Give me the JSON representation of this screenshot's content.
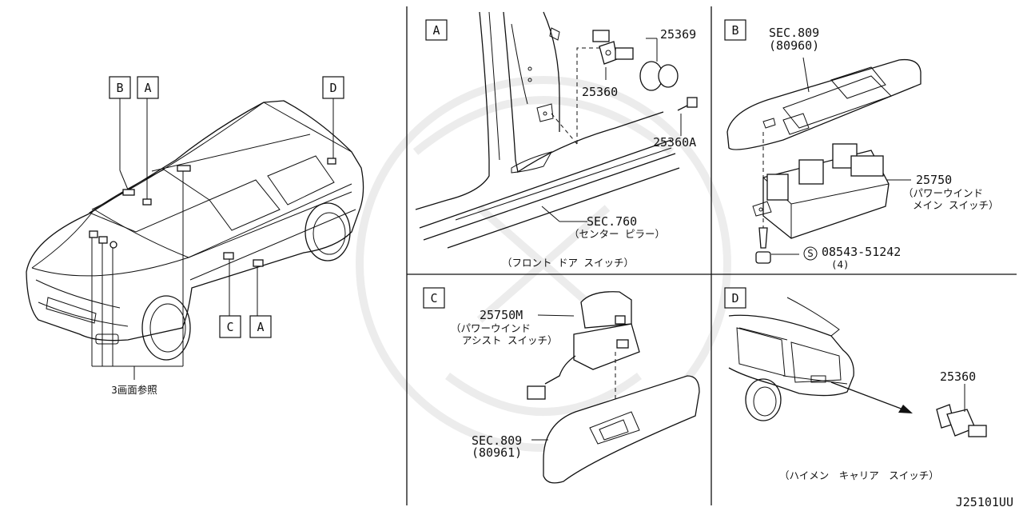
{
  "overview": {
    "callouts": [
      "B",
      "A",
      "D",
      "C",
      "A"
    ],
    "see_page": "3画面参照"
  },
  "panel_a": {
    "letter": "A",
    "parts": [
      "25369",
      "25360",
      "25360A"
    ],
    "sec_ref": "SEC.760",
    "sec_caption": "（センター ピラー）",
    "caption": "（フロント ドア スイッチ）"
  },
  "panel_b": {
    "letter": "B",
    "sec_ref": "SEC.809",
    "sec_sub": "(80960)",
    "part": "25750",
    "part_desc_1": "（パワーウインド",
    "part_desc_2": "メイン スイッチ）",
    "screw_symbol": "S",
    "screw_part": "08543-51242",
    "screw_qty": "(4)"
  },
  "panel_c": {
    "letter": "C",
    "part": "25750M",
    "part_desc_1": "（パワーウインド",
    "part_desc_2": "アシスト スイッチ）",
    "sec_ref": "SEC.809",
    "sec_sub": "(80961)"
  },
  "panel_d": {
    "letter": "D",
    "part": "25360",
    "caption": "（ハイメン　キャリア　スイッチ）"
  },
  "diagram_code": "J25101UU"
}
